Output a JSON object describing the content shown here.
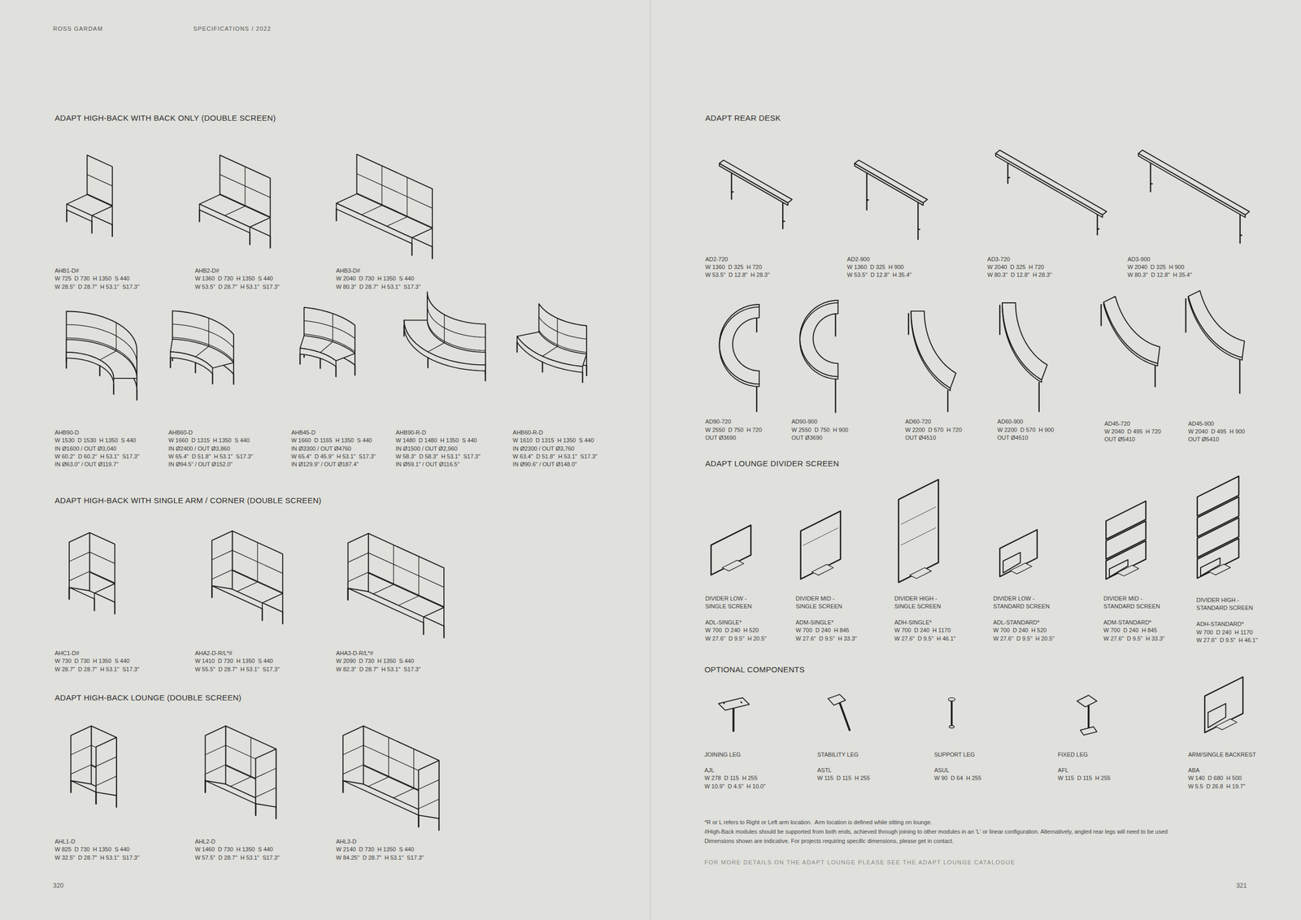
{
  "diagram": {
    "labels": [
      "ROSS GARDAM",
      "SPECIFICATIONS / 2022",
      "ADAPT HIGH-BACK WITH BACK ONLY (DOUBLE SCREEN)",
      "AHB1-D#",
      "W 725  D 730  H 1350  S 440",
      "W 28.5\"  D 28.7\"  H 53.1\"  S17.3\"",
      "AHB2-D#",
      "W 1360  D 730  H 1350  S 440",
      "W 53.5\"  D 28.7\"  H 53.1\"  S17.3\"",
      "AHB3-D#",
      "W 2040  D 730  H 1350  S 440",
      "W 80.3\"  D 28.7\"  H 53.1\"  S17.3\"",
      "AHB90-D",
      "W 1530  D 1530  H 1350  S 440",
      "IN Ø1600 / OUT Ø3,040",
      "W 60.2\"  D 60.2\"  H 53.1\"  S17.3\"",
      "IN Ø63.0\" / OUT Ø119.7\"",
      "AHB60-D",
      "W 1660  D 1315  H 1350  S 440",
      "IN Ø2400 / OUT Ø3,860",
      "W 65.4\"  D 51.8\"  H 53.1\"  S17.3\"",
      "IN Ø94.5\" / OUT Ø152.0\"",
      "AHB45-D",
      "W 1660  D 1165  H 1350  S 440",
      "IN Ø3300 / OUT Ø4760",
      "W 65.4\"  D 45.9\"  H 53.1\"  S17.3\"",
      "IN Ø129.9\" / OUT Ø187.4\"",
      "AHB90-R-D",
      "W 1480  D 1480  H 1350  S 440",
      "IN Ø1500 / OUT Ø2,960",
      "W 58.3\"  D 58.3\"  H 53.1\"  S17.3\"",
      "IN Ø59.1\" / OUT Ø116.5\"",
      "AHB60-R-D",
      "W 1610  D 1315  H 1350  S 440",
      "IN Ø2300 / OUT Ø3,760",
      "W 63.4\"  D 51.8\"  H 53.1\"  S17.3\"",
      "IN Ø90.6\" / OUT Ø148.0\"",
      "ADAPT HIGH-BACK WITH SINGLE ARM / CORNER (DOUBLE SCREEN)",
      "AHC1-D#",
      "W 730  D 730  H 1350  S 440",
      "W 28.7\"  D 28.7\"  H 53.1\"  S17.3\"",
      "AHA2-D-R/L*#",
      "W 1410  D 730  H 1350  S 440",
      "W 55.5\"  D 28.7\"  H 53.1\"  S17.3\"",
      "AHA3-D-R/L*#",
      "W 2090  D 730  H 1350  S 440",
      "W 82.3\"  D 28.7\"  H 53.1\"  S17.3\"",
      "ADAPT HIGH-BACK LOUNGE (DOUBLE SCREEN)",
      "AHL1-D",
      "W 825  D 730  H 1350  S 440",
      "W 32.5\"  D 28.7\"  H 53.1\"  S17.3\"",
      "AHL2-D",
      "W 1460  D 730  H 1350  S 440",
      "W 57.5\"  D 28.7\"  H 53.1\"  S17.3\"",
      "AHL3-D",
      "W 2140  D 730  H 1350  S 440",
      "W 84.25\"  D 28.7\"  H 53.1\"  S17.3\"",
      "320",
      "ADAPT REAR DESK",
      "AD2-720",
      "W 1360  D 325  H 720",
      "W 53.5\"  D 12.8\"  H 28.3\"",
      "AD2-900",
      "W 1360  D 325  H 900",
      "W 53.5\"  D 12.8\"  H 35.4\"",
      "AD3-720",
      "W 2040  D 325  H 720",
      "W 80.3\"  D 12.8\"  H 28.3\"",
      "AD3-900",
      "W 2040  D 325  H 900",
      "W 80.3\"  D 12.8\"  H 35.4\"",
      "AD90-720",
      "W 2550  D 750  H 720",
      "OUT Ø3690",
      "AD90-900",
      "W 2550  D 750  H 900",
      "OUT Ø3690",
      "AD60-720",
      "W 2200  D 570  H 720",
      "OUT Ø4510",
      "AD60-900",
      "W 2200  D 570  H 900",
      "OUT Ø4510",
      "AD45-720",
      "W 2040  D 495  H 720",
      "OUT Ø5410",
      "AD45-900",
      "W 2040  D 495  H 900",
      "OUT Ø5410",
      "ADAPT LOUNGE DIVIDER SCREEN",
      "DIVIDER LOW -",
      "SINGLE SCREEN",
      "ADL-SINGLE*",
      "W 700  D 240  H 520",
      "W 27.6\"  D 9.5\"  H 20.5\"",
      "DIVIDER MID -",
      "SINGLE SCREEN",
      "ADM-SINGLE*",
      "W 700  D 240  H 845",
      "W 27.6\"  D 9.5\"  H 33.3\"",
      "DIVIDER HIGH -",
      "SINGLE SCREEN",
      "ADH-SINGLE*",
      "W 700  D 240  H 1170",
      "W 27.6\"  D 9.5\"  H 46.1\"",
      "DIVIDER LOW -",
      "STANDARD SCREEN",
      "ADL-STANDARD*",
      "W 700  D 240  H 520",
      "W 27.6\"  D 9.5\"  H 20.5\"",
      "DIVIDER MID -",
      "STANDARD SCREEN",
      "ADM-STANDARD*",
      "W 700  D 240  H 845",
      "W 27.6\"  D 9.5\"  H 33.3\"",
      "DIVIDER HIGH -",
      "STANDARD SCREEN",
      "ADH-STANDARD*",
      "W 700  D 240  H 1170",
      "W 27.6\"  D 9.5\"  H 46.1\"",
      "OPTIONAL COMPONENTS",
      "JOINING LEG",
      "AJL",
      "W 278  D 115  H 255",
      "W 10.9\"  D 4.5\"  H 10.0\"",
      "STABILITY LEG",
      "ASTL",
      "W 115  D 115  H 255",
      "SUPPORT LEG",
      "ASUL",
      "W 90  D 64  H 255",
      "FIXED LEG",
      "AFL",
      "W 115  D 115  H 255",
      "ARM/SINGLE BACKREST",
      "ABA",
      "W 140  D 680  H 500",
      "W 5.5  D 26.8  H 19.7\"",
      "*R or L refers to Right or Left arm location.  Arm location is defined while sitting on lounge.",
      "#High-Back modules should be supported from both ends, achieved through joining to other modules in an 'L' or linear configuration. Alternatively, angled rear legs will need to be used",
      "Dimensions shown are indicative. For projects requiring specific dimensions, please get in contact.",
      "FOR MORE DETAILS ON THE ADAPT LOUNGE PLEASE SEE THE ADAPT LOUNGE CATALOGUE",
      "321"
    ]
  }
}
